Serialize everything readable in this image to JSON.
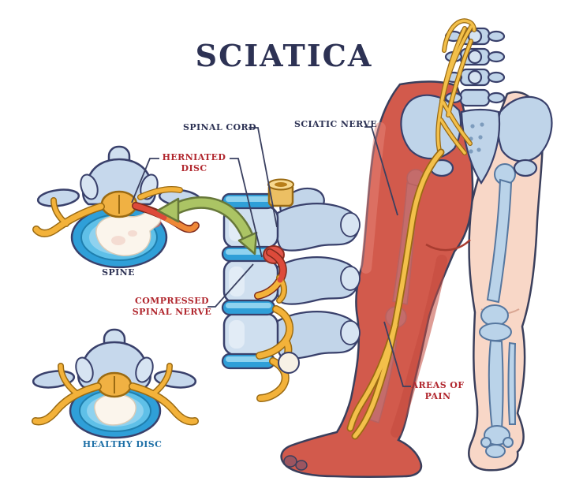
{
  "title": "SCIATICA",
  "annotations": {
    "spinal_cord": {
      "text": "SPINAL CORD",
      "color": "#2d3254"
    },
    "sciatic_nerve": {
      "text": "SCIATIC NERVE",
      "color": "#2d3254"
    },
    "herniated_disc": {
      "text": "HERNIATED DISC",
      "color": "#b1272e"
    },
    "compressed_spinal_nerve": {
      "text": "COMPRESSED SPINAL NERVE",
      "color": "#b1272e"
    },
    "areas_of_pain": {
      "text": "AREAS OF PAIN",
      "color": "#b1272e"
    },
    "spine": {
      "text": "SPINE",
      "color": "#2d3254"
    },
    "healthy_disc": {
      "text": "HEALTHY DISC",
      "color": "#1d6fa6"
    }
  },
  "palette": {
    "background": "#ffffff",
    "title_navy": "#2d3254",
    "label_red": "#b1272e",
    "label_blue": "#1d6fa6",
    "outline_navy": "#39406b",
    "bone_fill": "#cfdfef",
    "disc_blue": "#2f9fd8",
    "disc_light_blue": "#8fd2ef",
    "nerve_yellow": "#f3b23a",
    "nerve_outline": "#9a6a12",
    "compressed_red": "#dd4a3a",
    "pain_skin_red": "#d25a4c",
    "healthy_skin": "#f8d7c7",
    "skeleton_blue": "#bad3e9",
    "arrow_green": "#abc464"
  },
  "icons": {
    "double_arrow": "curved-double-headed-arrow"
  }
}
